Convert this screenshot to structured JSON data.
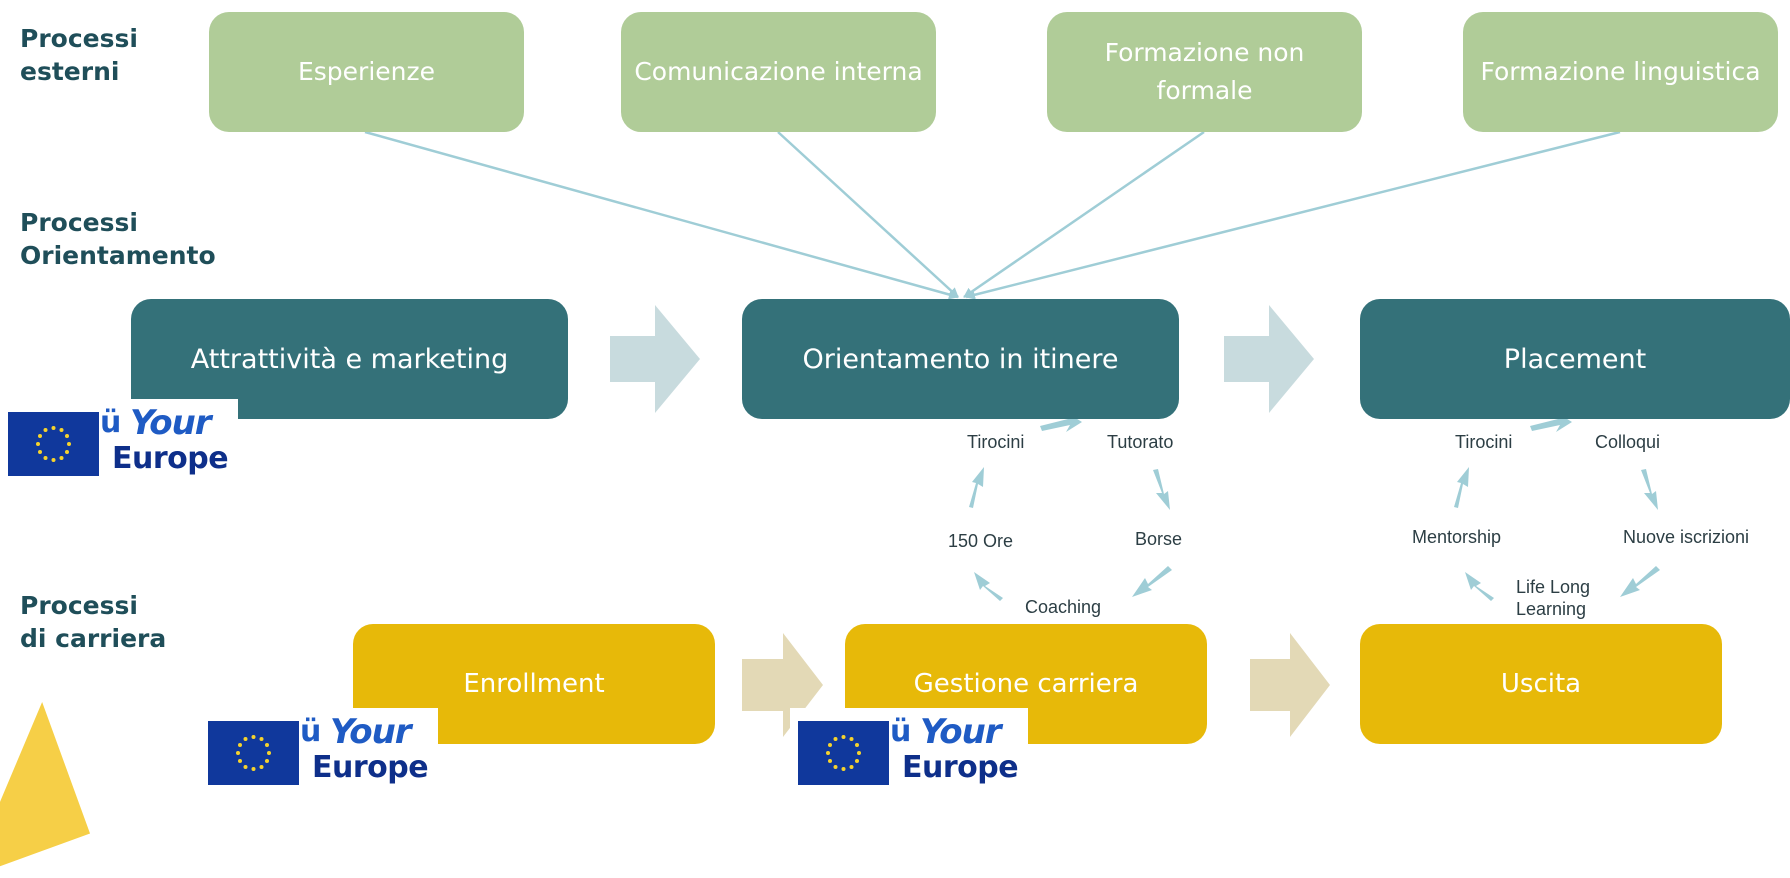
{
  "rows": {
    "external": "Processi esterni",
    "orientation": "Processi Orientamento",
    "career": "Processi di carriera"
  },
  "external_boxes": [
    "Esperienze",
    "Comunicazione interna",
    "Formazione non formale",
    "Formazione linguistica"
  ],
  "orientation_boxes": [
    "Attrattività e marketing",
    "Orientamento in itinere",
    "Placement"
  ],
  "career_boxes": [
    "Enrollment",
    "Gestione carriera",
    "Uscita"
  ],
  "cycle_left": {
    "top_left": "Tirocini",
    "top_right": "Tutorato",
    "mid_left": "150 Ore",
    "mid_right": "Borse",
    "bottom": "Coaching"
  },
  "cycle_right": {
    "top_left": "Tirocini",
    "top_right": "Colloqui",
    "mid_left": "Mentorship",
    "mid_right": "Nuove iscrizioni",
    "bottom": "Life Long Learning"
  },
  "logo": {
    "word_top": "Your",
    "word_bottom": "Europe",
    "smile": "ü"
  },
  "colors": {
    "external": "#b0cc98",
    "orientation": "#347179",
    "career": "#e7b909",
    "connector": "#9fcdd6",
    "arrow_orientation": "#c8dbde",
    "arrow_career": "#e3d9b6"
  }
}
